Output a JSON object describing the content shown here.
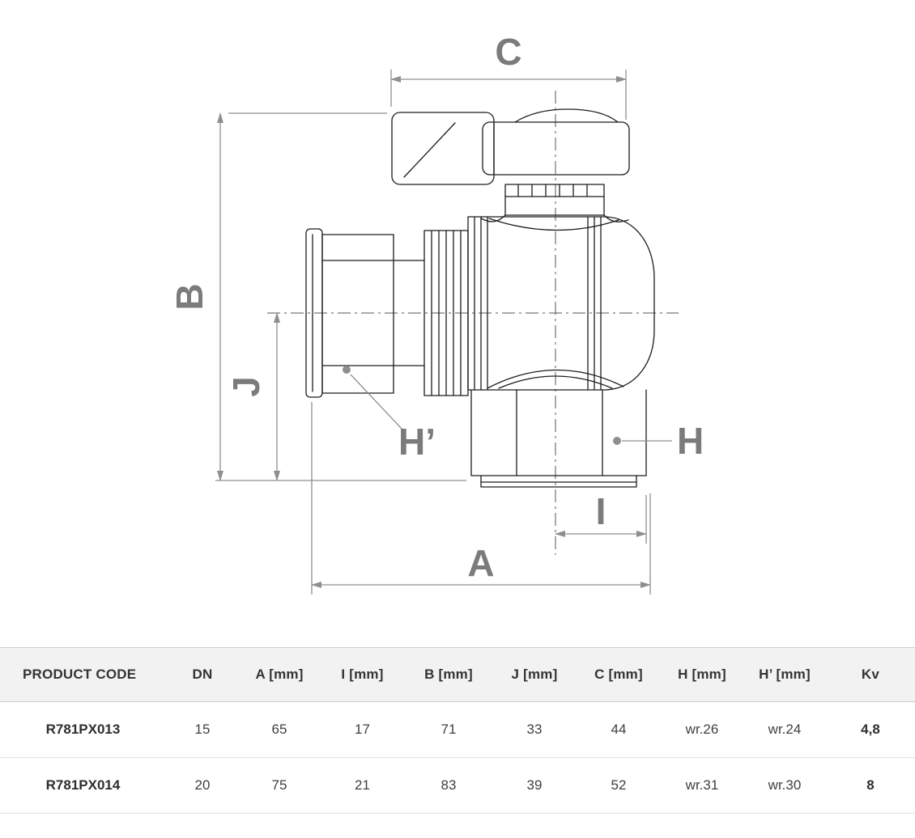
{
  "diagram": {
    "labels": {
      "A": "A",
      "B": "B",
      "C": "C",
      "H": "H",
      "H_prime": "H’",
      "I": "I",
      "J": "J"
    },
    "colors": {
      "line": "#1c1c1c",
      "dimension": "#8f8f8f",
      "label": "#7b7b7b"
    }
  },
  "table": {
    "headers": [
      "PRODUCT CODE",
      "DN",
      "A [mm]",
      "I [mm]",
      "B [mm]",
      "J [mm]",
      "C [mm]",
      "H [mm]",
      "H’ [mm]",
      "Kv"
    ],
    "rows": [
      [
        "R781PX013",
        "15",
        "65",
        "17",
        "71",
        "33",
        "44",
        "wr.26",
        "wr.24",
        "4,8"
      ],
      [
        "R781PX014",
        "20",
        "75",
        "21",
        "83",
        "39",
        "52",
        "wr.31",
        "wr.30",
        "8"
      ]
    ]
  }
}
